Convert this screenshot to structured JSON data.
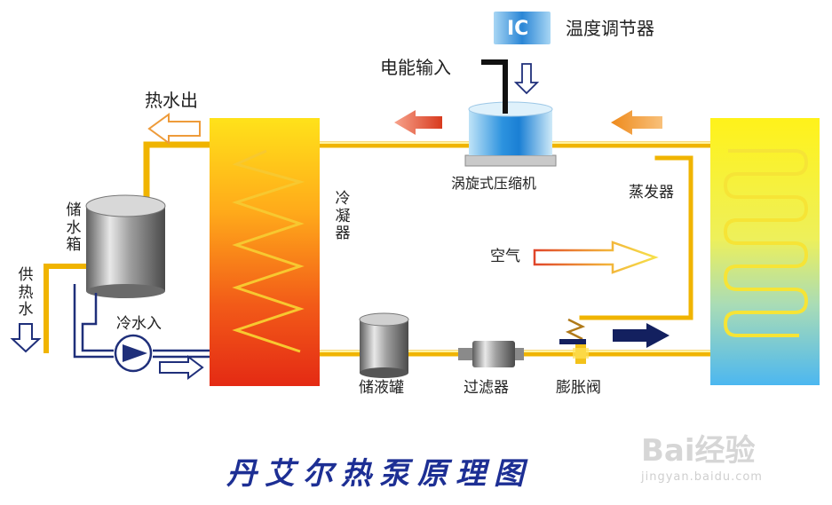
{
  "labels": {
    "ic": "IC",
    "temperature_regulator": "温度调节器",
    "power_input": "电能输入",
    "hot_water_out": "热水出",
    "scroll_compressor": "涡旋式压缩机",
    "evaporator": "蒸发器",
    "condenser": "冷凝器",
    "water_tank": "储水箱",
    "heating_water": "供热水",
    "cold_water_in": "冷水入",
    "air": "空气",
    "liquid_receiver": "储液罐",
    "filter": "过滤器",
    "expansion_valve": "膨胀阀"
  },
  "title": "丹艾尔热泵原理图",
  "watermark": {
    "brand": "Bai经验",
    "url": "jingyan.baidu.com"
  },
  "colors": {
    "pipe": "#f0b400",
    "water_pipe": "#1f2f7a",
    "title": "#1d2f94",
    "flow_arrow_red": "#d83a1e",
    "flow_arrow_orange": "#ee8a1c",
    "flow_arrow_navy": "#13205f"
  }
}
